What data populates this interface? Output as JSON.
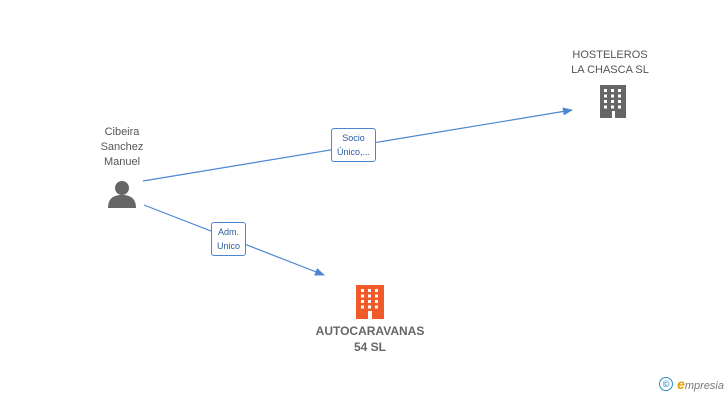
{
  "nodes": {
    "person": {
      "label": "Cibeira\nSanchez\nManuel",
      "icon": "person-icon",
      "color": "#666666"
    },
    "company_top": {
      "label": "HOSTELEROS\nLA CHASCA SL",
      "icon": "building-icon",
      "color": "#666666"
    },
    "company_main": {
      "label": "AUTOCARAVANAS\n54 SL",
      "icon": "building-icon",
      "color": "#f05a28"
    }
  },
  "edges": {
    "socio": {
      "label": "Socio\nÚnico,...",
      "color": "#4a86d4"
    },
    "adm": {
      "label": "Adm.\nUnico",
      "color": "#4a86d4"
    }
  },
  "watermark": {
    "symbol": "©",
    "brand_initial": "e",
    "brand_rest": "mpresia"
  }
}
